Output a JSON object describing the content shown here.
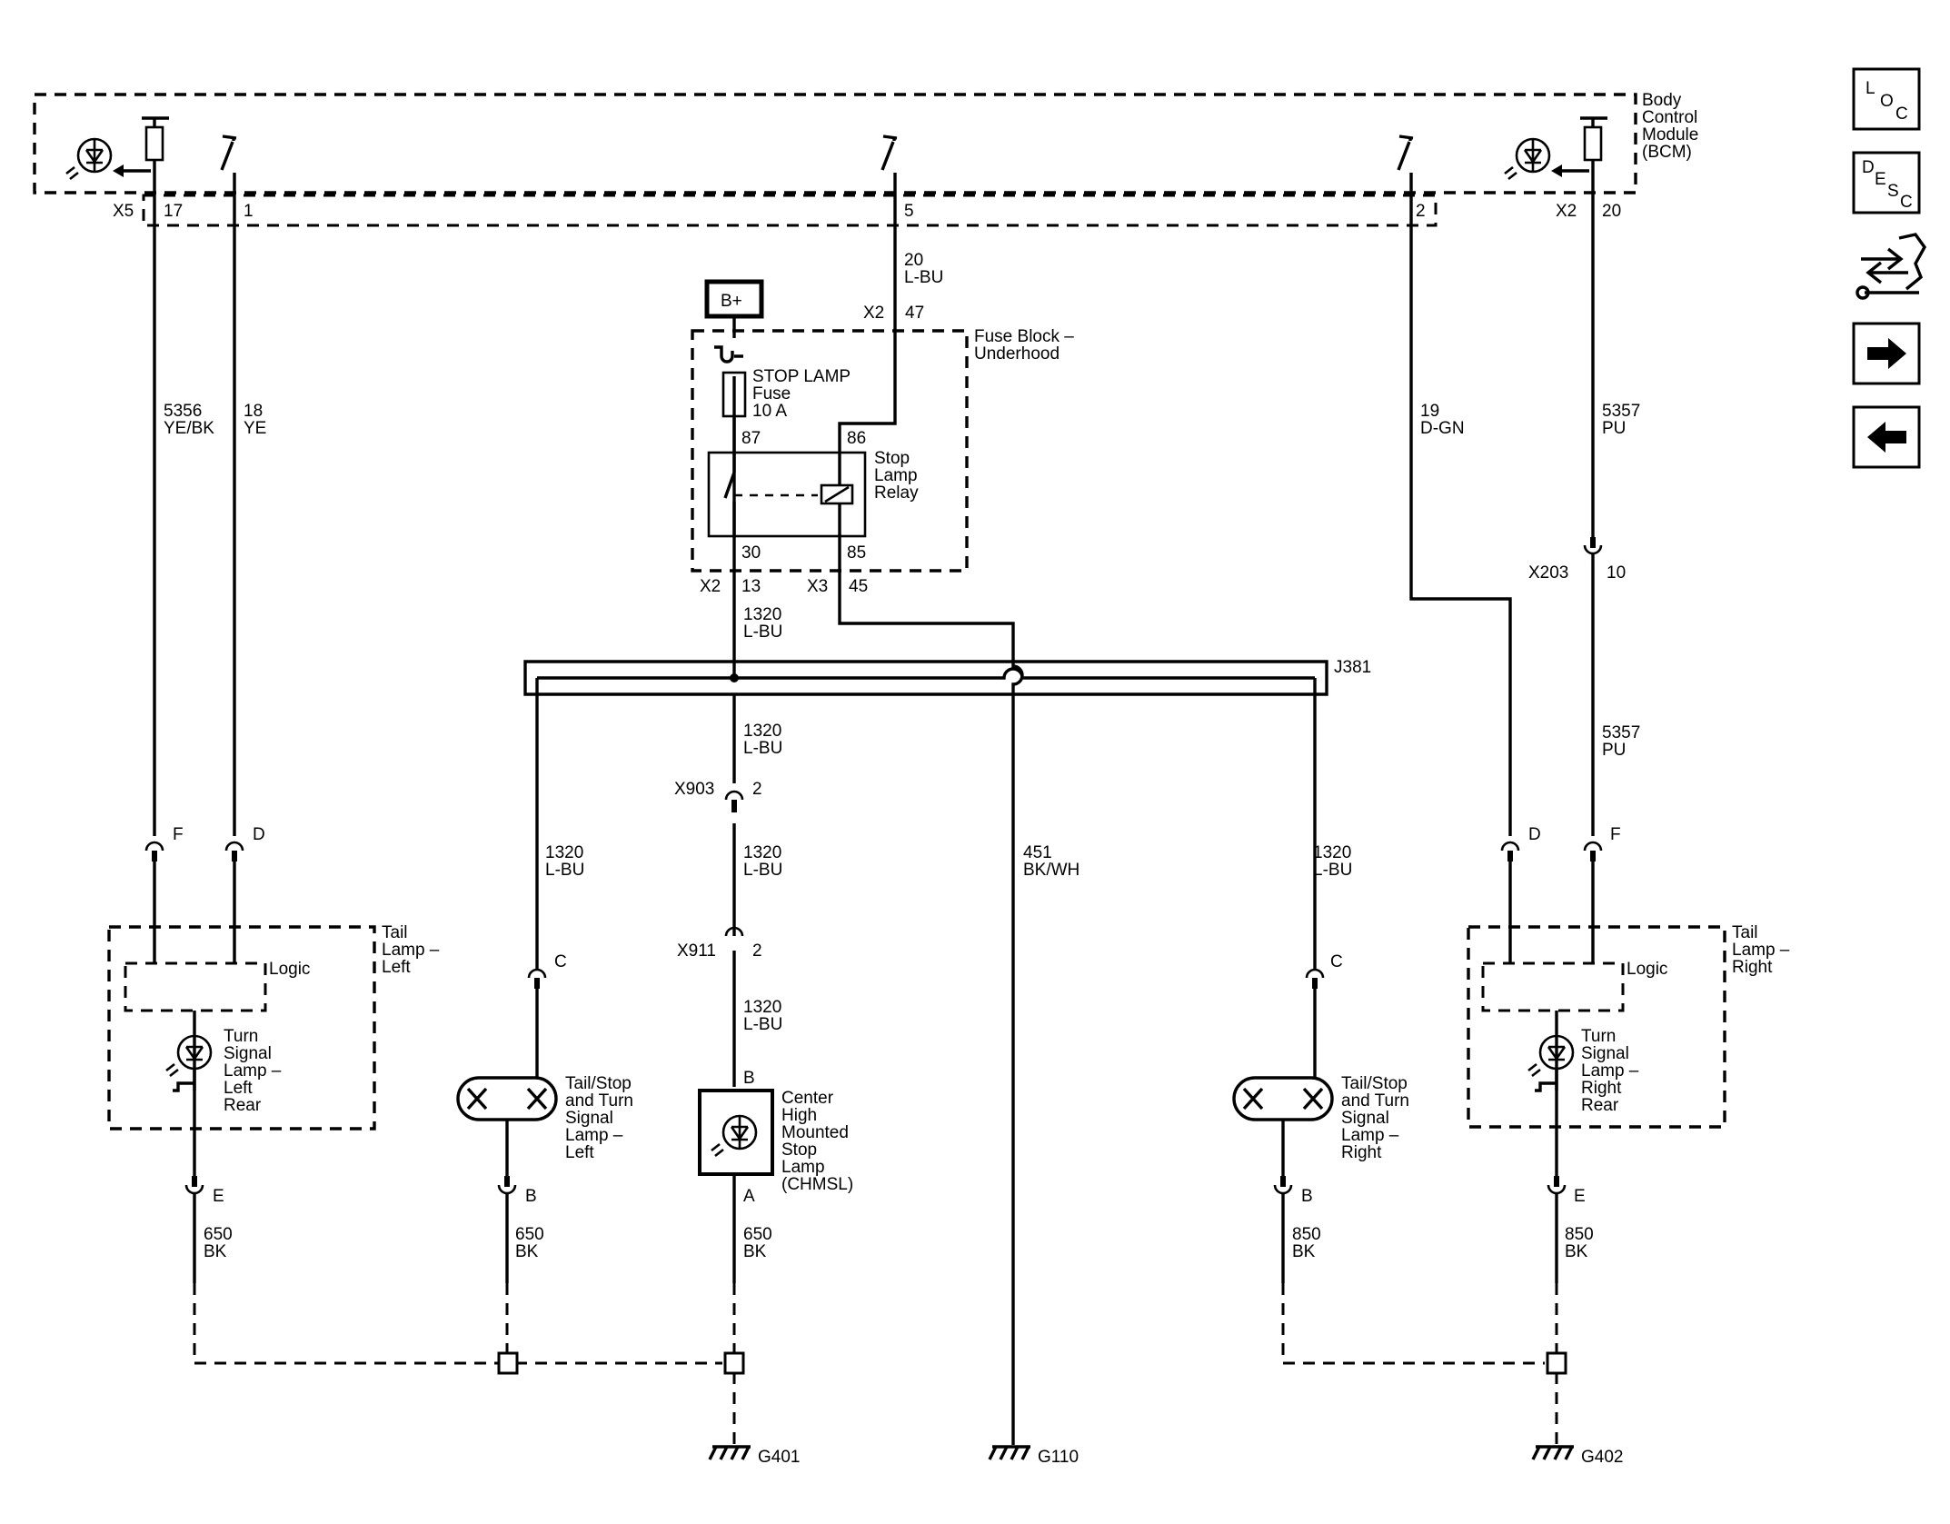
{
  "nav": {
    "loc": {
      "big": "L",
      "mid": "O",
      "small": "C"
    },
    "desc": {
      "big": "D",
      "mid": "E",
      "s1": "S",
      "small": "C"
    }
  },
  "bcm": {
    "l1": "Body",
    "l2": "Control",
    "l3": "Module",
    "l4": "(BCM)"
  },
  "bcm_pins": {
    "x5": "X5",
    "p17": "17",
    "p1": "1",
    "p5": "5",
    "p2": "2",
    "x2": "X2",
    "p20": "20"
  },
  "wires": {
    "w5356": {
      "num": "5356",
      "color": "YE/BK"
    },
    "w18": {
      "num": "18",
      "color": "YE"
    },
    "w20": {
      "num": "20",
      "color": "L-BU"
    },
    "w19": {
      "num": "19",
      "color": "D-GN"
    },
    "w5357a": {
      "num": "5357",
      "color": "PU"
    },
    "w5357b": {
      "num": "5357",
      "color": "PU"
    },
    "w1320a": {
      "num": "1320",
      "color": "L-BU"
    },
    "w1320b": {
      "num": "1320",
      "color": "L-BU"
    },
    "w1320c": {
      "num": "1320",
      "color": "L-BU"
    },
    "w1320d": {
      "num": "1320",
      "color": "L-BU"
    },
    "w1320l": {
      "num": "1320",
      "color": "L-BU"
    },
    "w1320r": {
      "num": "1320",
      "color": "L-BU"
    },
    "w451": {
      "num": "451",
      "color": "BK/WH"
    },
    "w650a": {
      "num": "650",
      "color": "BK"
    },
    "w650b": {
      "num": "650",
      "color": "BK"
    },
    "w650c": {
      "num": "650",
      "color": "BK"
    },
    "w850a": {
      "num": "850",
      "color": "BK"
    },
    "w850b": {
      "num": "850",
      "color": "BK"
    }
  },
  "fuse_block": {
    "bplus": "B+",
    "x2": "X2",
    "p47": "47",
    "title1": "Fuse Block –",
    "title2": "Underhood",
    "fuse1": "STOP LAMP",
    "fuse2": "Fuse",
    "fuse3": "10 A",
    "p87": "87",
    "p86": "86",
    "p30": "30",
    "p85": "85",
    "relay1": "Stop",
    "relay2": "Lamp",
    "relay3": "Relay",
    "x2b": "X2",
    "p13": "13",
    "x3": "X3",
    "p45": "45"
  },
  "splice": "J381",
  "connectors": {
    "x903": "X903",
    "x903p": "2",
    "x911": "X911",
    "x911p": "2",
    "x203": "X203",
    "x203p": "10",
    "lf": "F",
    "ld": "D",
    "rd": "D",
    "rf": "F",
    "lc": "C",
    "rc": "C",
    "le": "E",
    "lb": "B",
    "cb": "B",
    "ca": "A",
    "rb": "B",
    "re": "E"
  },
  "tail_left": {
    "t1": "Tail",
    "t2": "Lamp –",
    "t3": "Left",
    "logic": "Logic",
    "ts1": "Turn",
    "ts2": "Signal",
    "ts3": "Lamp –",
    "ts4": "Left",
    "ts5": "Rear"
  },
  "tail_right": {
    "t1": "Tail",
    "t2": "Lamp –",
    "t3": "Right",
    "logic": "Logic",
    "ts1": "Turn",
    "ts2": "Signal",
    "ts3": "Lamp –",
    "ts4": "Right",
    "ts5": "Rear"
  },
  "stl_left": {
    "l1": "Tail/Stop",
    "l2": "and Turn",
    "l3": "Signal",
    "l4": "Lamp –",
    "l5": "Left"
  },
  "stl_right": {
    "l1": "Tail/Stop",
    "l2": "and Turn",
    "l3": "Signal",
    "l4": "Lamp –",
    "l5": "Right"
  },
  "chmsl": {
    "l1": "Center",
    "l2": "High",
    "l3": "Mounted",
    "l4": "Stop",
    "l5": "Lamp",
    "l6": "(CHMSL)"
  },
  "grounds": {
    "g401": "G401",
    "g110": "G110",
    "g402": "G402"
  }
}
